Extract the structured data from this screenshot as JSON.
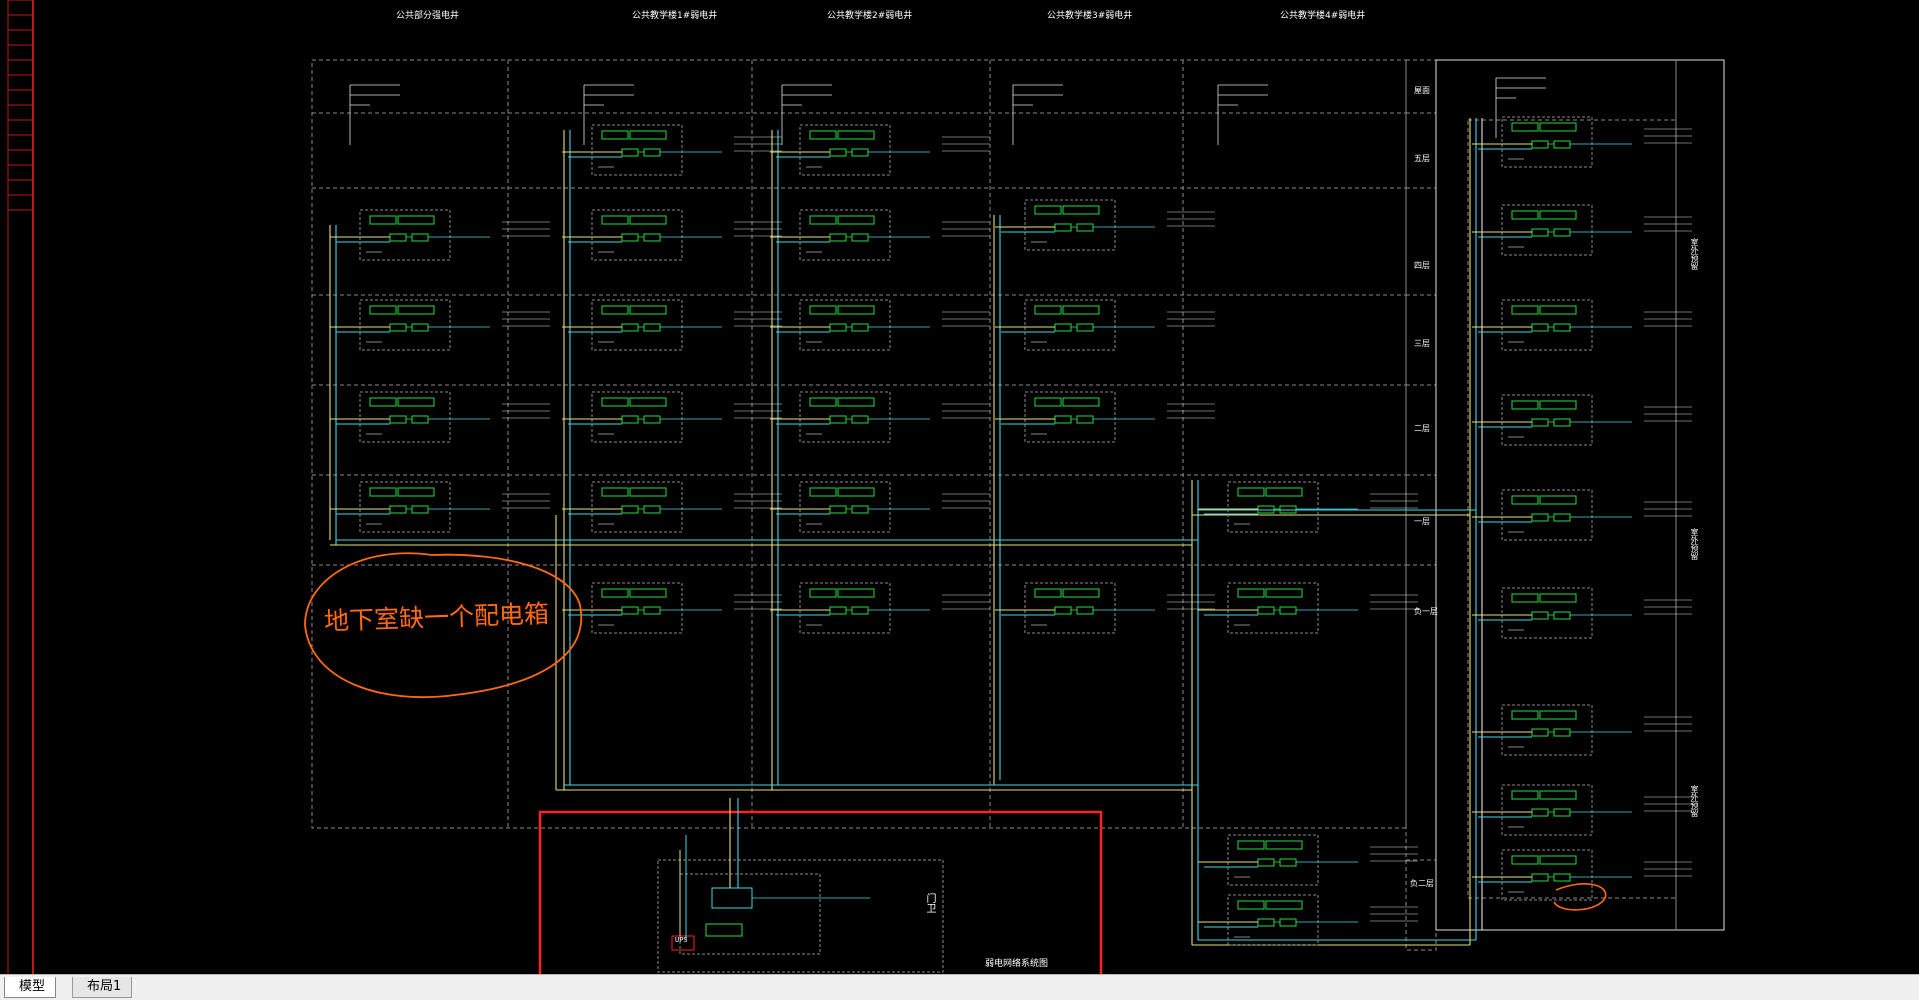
{
  "columns": [
    {
      "title": "公共部分强电井"
    },
    {
      "title": "公共教学楼1#弱电井"
    },
    {
      "title": "公共教学楼2#弱电井"
    },
    {
      "title": "公共教学楼3#弱电井"
    },
    {
      "title": "公共教学楼4#弱电井"
    }
  ],
  "annotation": "地下室缺一个配电箱",
  "floors": [
    {
      "label": "屋面"
    },
    {
      "label": "五层"
    },
    {
      "label": "四层"
    },
    {
      "label": "三层"
    },
    {
      "label": "二层"
    },
    {
      "label": "一层"
    },
    {
      "label": "负一层"
    },
    {
      "label": "负二层"
    }
  ],
  "right_notes": [
    "室外预留",
    "室外预留",
    "室外预留"
  ],
  "bottom": {
    "door_label": "门卫",
    "system_title": "弱电网络系统图",
    "ups_label": "UPS"
  },
  "tabs": [
    {
      "label": "模型",
      "active": true
    },
    {
      "label": "布局1",
      "active": false
    }
  ]
}
